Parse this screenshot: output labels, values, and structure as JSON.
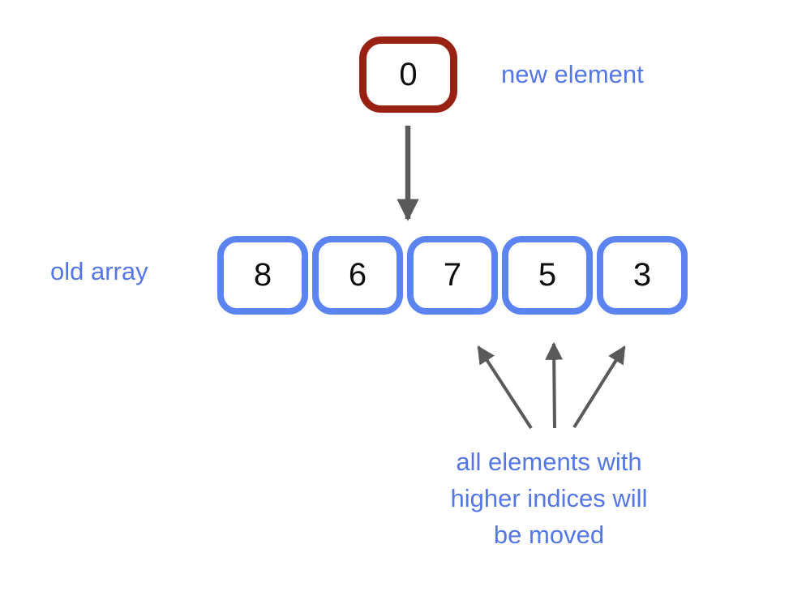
{
  "diagram": {
    "new_element": {
      "value": "0",
      "label": "new element"
    },
    "old_array": {
      "label": "old array",
      "cells": [
        "8",
        "6",
        "7",
        "5",
        "3"
      ]
    },
    "moved_note": {
      "lines": [
        "all elements with",
        "higher indices will",
        "be moved"
      ]
    },
    "arrows": {
      "insert": "down-arrow",
      "moved": [
        "up-left-arrow",
        "up-arrow",
        "up-right-arrow"
      ]
    },
    "colors": {
      "background": "#ffffff",
      "new_element_border": "#992114",
      "array_border": "#5b84f0",
      "label_text": "#5577e5",
      "arrow": "#5a5a5b",
      "number_text": "#0d0d0d"
    }
  }
}
